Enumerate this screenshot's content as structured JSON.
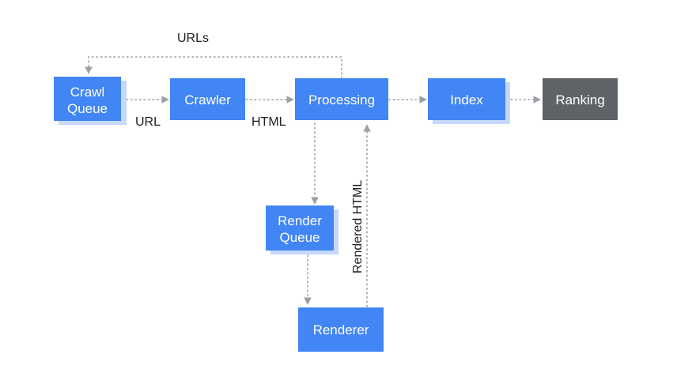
{
  "colors": {
    "node": "#4285f4",
    "node_shadow": "#c6d8fb",
    "ranking": "#5f6368",
    "edge": "#9aa0a6",
    "text_dark": "#202124",
    "text_light": "#ffffff"
  },
  "nodes": {
    "crawl_queue": {
      "line1": "Crawl",
      "line2": "Queue"
    },
    "crawler": {
      "label": "Crawler"
    },
    "processing": {
      "label": "Processing"
    },
    "index": {
      "label": "Index"
    },
    "ranking": {
      "label": "Ranking"
    },
    "render_queue": {
      "line1": "Render",
      "line2": "Queue"
    },
    "renderer": {
      "label": "Renderer"
    }
  },
  "edges": {
    "urls": "URLs",
    "url": "URL",
    "html": "HTML",
    "rendered_html": "Rendered HTML"
  }
}
